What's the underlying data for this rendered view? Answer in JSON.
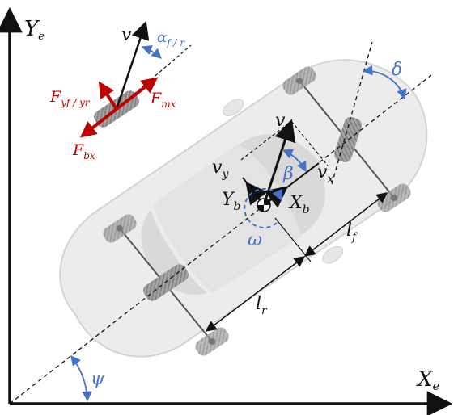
{
  "axes": {
    "ye": {
      "main": "Y",
      "sub": "e"
    },
    "xe": {
      "main": "X",
      "sub": "e"
    }
  },
  "inset": {
    "v": "v",
    "alpha": {
      "main": "α",
      "sub": "f / r"
    },
    "fy": {
      "main": "F",
      "sub": "yf / yr"
    },
    "fm": {
      "main": "F",
      "sub": "mx"
    },
    "fb": {
      "main": "F",
      "sub": "bx"
    }
  },
  "vehicle": {
    "delta": "δ",
    "v": "v",
    "beta": "β",
    "vx": {
      "main": "v",
      "sub": "x"
    },
    "vy": {
      "main": "v",
      "sub": "y"
    },
    "yb": {
      "main": "Y",
      "sub": "b"
    },
    "xb": {
      "main": "X",
      "sub": "b"
    },
    "omega": "ω",
    "lf": {
      "main": "l",
      "sub": "f"
    },
    "lr": {
      "main": "l",
      "sub": "r"
    },
    "psi": "ψ"
  },
  "colors": {
    "black": "#111111",
    "blue": "#4472c4",
    "red": "#c00000",
    "car_body": "#ececec",
    "tire": "#9a9a9a"
  }
}
